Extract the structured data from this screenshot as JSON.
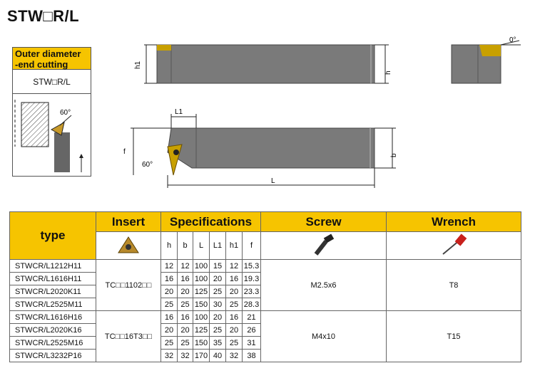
{
  "title": "STW□R/L",
  "side": {
    "label_line1": "Outer diameter",
    "label_line2": "-end cutting",
    "code": "STW□R/L",
    "angle": "60°"
  },
  "drawing": {
    "top_h1": "h1",
    "top_h": "h",
    "right_angle": "0°",
    "front_L1": "L1",
    "front_f": "f",
    "front_b": "b",
    "front_L": "L",
    "front_angle": "60°"
  },
  "table": {
    "headers": {
      "type": "type",
      "insert": "Insert",
      "specs": "Specifications",
      "screw": "Screw",
      "wrench": "Wrench"
    },
    "spec_cols": [
      "h",
      "b",
      "L",
      "L1",
      "h1",
      "f"
    ],
    "groups": [
      {
        "insert": "TC□□1102□□",
        "screw": "M2.5x6",
        "wrench": "T8",
        "rows": [
          {
            "type": "STWCR/L1212H11",
            "v": [
              "12",
              "12",
              "100",
              "15",
              "12",
              "15.3"
            ]
          },
          {
            "type": "STWCR/L1616H11",
            "v": [
              "16",
              "16",
              "100",
              "20",
              "16",
              "19.3"
            ]
          },
          {
            "type": "STWCR/L2020K11",
            "v": [
              "20",
              "20",
              "125",
              "25",
              "20",
              "23.3"
            ]
          },
          {
            "type": "STWCR/L2525M11",
            "v": [
              "25",
              "25",
              "150",
              "30",
              "25",
              "28.3"
            ]
          }
        ]
      },
      {
        "insert": "TC□□16T3□□",
        "screw": "M4x10",
        "wrench": "T15",
        "rows": [
          {
            "type": "STWCR/L1616H16",
            "v": [
              "16",
              "16",
              "100",
              "20",
              "16",
              "21"
            ]
          },
          {
            "type": "STWCR/L2020K16",
            "v": [
              "20",
              "20",
              "125",
              "25",
              "20",
              "26"
            ]
          },
          {
            "type": "STWCR/L2525M16",
            "v": [
              "25",
              "25",
              "150",
              "35",
              "25",
              "31"
            ]
          },
          {
            "type": "STWCR/L3232P16",
            "v": [
              "32",
              "32",
              "170",
              "40",
              "32",
              "38"
            ]
          }
        ]
      }
    ]
  }
}
